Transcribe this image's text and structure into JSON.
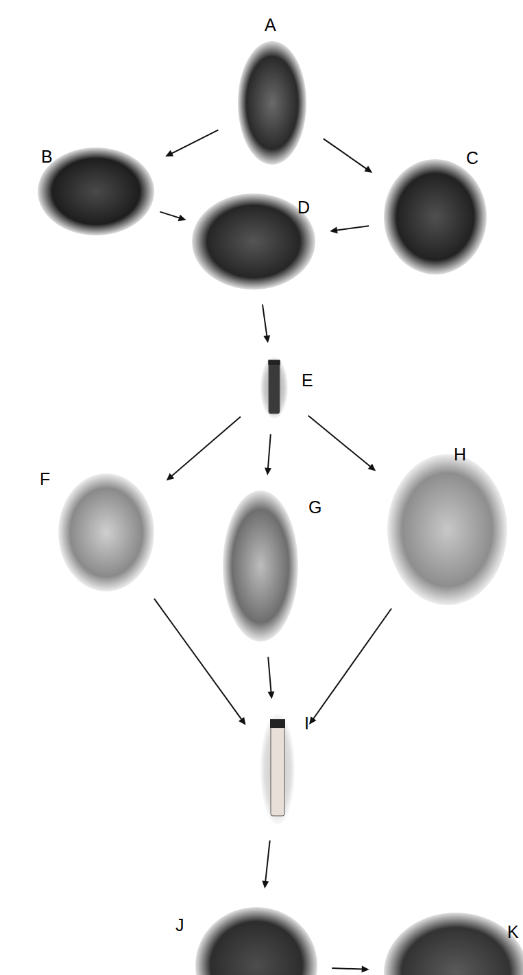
{
  "diagram": {
    "nodes": [
      {
        "text": [
          "A"
        ]
      },
      {
        "text": [
          "B"
        ]
      },
      {
        "text": [
          "C"
        ]
      },
      {
        "text": [
          "D"
        ]
      },
      {
        "text": [
          "E"
        ]
      },
      {
        "text": [
          "F"
        ]
      },
      {
        "text": [
          "G"
        ]
      },
      {
        "text": [
          "H"
        ]
      },
      {
        "text": [
          "I"
        ]
      },
      {
        "text": [
          "J"
        ]
      },
      {
        "text": [
          "K"
        ]
      }
    ],
    "edges": [
      {
        "from": 0,
        "to": 1,
        "arrow": "to"
      },
      {
        "from": 0,
        "to": 2,
        "arrow": "to"
      },
      {
        "from": 1,
        "to": 3,
        "arrow": "to"
      },
      {
        "from": 2,
        "to": 3,
        "arrow": "to"
      },
      {
        "from": 3,
        "to": 4,
        "arrow": "to"
      },
      {
        "from": 4,
        "to": 5,
        "arrow": "to"
      },
      {
        "from": 4,
        "to": 6,
        "arrow": "to"
      },
      {
        "from": 4,
        "to": 7,
        "arrow": "to"
      },
      {
        "from": 5,
        "to": 8,
        "arrow": "to"
      },
      {
        "from": 6,
        "to": 8,
        "arrow": "to"
      },
      {
        "from": 7,
        "to": 8,
        "arrow": "to"
      },
      {
        "from": 8,
        "to": 9,
        "arrow": "to"
      },
      {
        "from": 9,
        "to": 10,
        "arrow": "to"
      }
    ]
  }
}
